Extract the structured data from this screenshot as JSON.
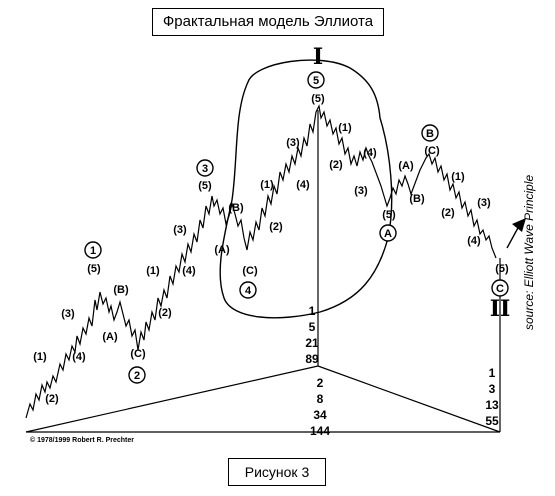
{
  "title": "Фрактальная модель Эллиота",
  "caption": "Рисунок 3",
  "copyright": "© 1978/1999 Robert R. Prechter",
  "source": "source: Elliott Wave Principle",
  "major_labels": {
    "peak": "I",
    "end": "II"
  },
  "circled": {
    "c1": "1",
    "c2": "2",
    "c3": "3",
    "c4": "4",
    "c5": "5",
    "cA": "A",
    "cB": "B",
    "cC": "C"
  },
  "wave_labels": {
    "w1_1": "(1)",
    "w1_2": "(2)",
    "w1_3": "(3)",
    "w1_4": "(4)",
    "w1_5": "(5)",
    "w2_a": "(A)",
    "w2_b": "(B)",
    "w2_c": "(C)",
    "w3_1": "(1)",
    "w3_2": "(2)",
    "w3_3": "(3)",
    "w3_4": "(4)",
    "w3_5": "(5)",
    "w4_a": "(A)",
    "w4_b": "(B)",
    "w4_c": "(C)",
    "w5_1": "(1)",
    "w5_2": "(2)",
    "w5_3": "(3)",
    "w5_4": "(4)",
    "w5_5": "(5)",
    "wA_1": "(1)",
    "wA_2": "(2)",
    "wA_3": "(3)",
    "wA_4": "(4)",
    "wA_5": "(5)",
    "wB_a": "(A)",
    "wB_b": "(B)",
    "wB_c": "(C)",
    "wC_1": "(1)",
    "wC_2": "(2)",
    "wC_3": "(3)",
    "wC_4": "(4)",
    "wC_5": "(5)"
  },
  "fib_center": [
    "1",
    "5",
    "21",
    "89"
  ],
  "fib_bottom": [
    "2",
    "8",
    "34",
    "144"
  ],
  "fib_right": [
    "1",
    "3",
    "13",
    "55"
  ]
}
